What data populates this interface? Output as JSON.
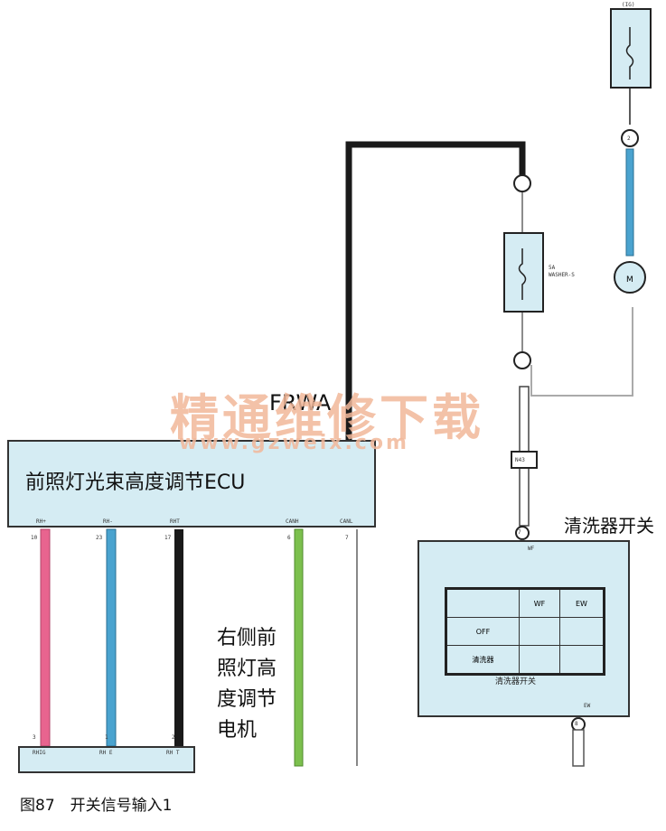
{
  "ecu": {
    "title": "前照灯光束高度调节ECU",
    "pins": [
      {
        "label": "RH+",
        "number": "10"
      },
      {
        "label": "RH-",
        "number": "23"
      },
      {
        "label": "RHT",
        "number": "17"
      },
      {
        "label": "CANH",
        "number": "6"
      },
      {
        "label": "CANL",
        "number": "7"
      }
    ]
  },
  "motor": {
    "label": "右侧前照灯高度调节电机",
    "pins": [
      {
        "label": "RHIG",
        "number": "3"
      },
      {
        "label": "RH E",
        "number": "1"
      },
      {
        "label": "RH T",
        "number": "2"
      }
    ]
  },
  "top_connector": {
    "label": "(IG)",
    "pin": "2"
  },
  "fuse": {
    "rating": "5A",
    "name": "WASHER-S"
  },
  "connector_j": {
    "label": "N43"
  },
  "washer_switch": {
    "title": "清洗器开关",
    "inner_caption": "清洗器开关",
    "pin_in": "WF",
    "pin_in_number": "7",
    "pin_out": "EW",
    "pin_out_number": "8",
    "table": {
      "headers": [
        "",
        "WF",
        "EW"
      ],
      "rows": [
        [
          "OFF",
          "",
          ""
        ],
        [
          "清洗器",
          "",
          ""
        ]
      ]
    }
  },
  "wire_label": "FRWA",
  "watermark": {
    "line1": "精通维修下载",
    "line2": "www.gzweix.com"
  },
  "caption": "图87　开关信号输入1",
  "colors": {
    "pink": "#e8648f",
    "blue": "#4aa3cf",
    "green": "#7cc04e",
    "black": "#1a1a1a",
    "box_fill": "#d5ecf3"
  }
}
